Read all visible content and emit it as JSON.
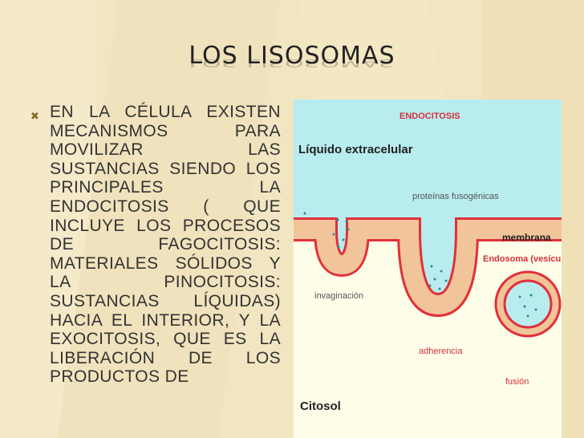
{
  "slide": {
    "title": "LOS LISOSOMAS",
    "bullet_icon": "x-bullet-icon",
    "paragraph": "EN LA CÉLULA EXISTEN MECANISMOS PARA MOVILIZAR LAS SUSTANCIAS SIENDO LOS PRINCIPALES LA ENDOCITOSIS ( QUE INCLUYE LOS PROCESOS DE FAGOCITOSIS: MATERIALES SÓLIDOS Y LA PINOCITOSIS: SUSTANCIAS LÍQUIDAS) HACIA EL INTERIOR, Y LA EXOCITOSIS, QUE ES LA LIBERACIÓN DE LOS PRODUCTOS DE"
  },
  "diagram": {
    "heading": "ENDOCITOSIS",
    "liquid_label": "Líquido extracelular",
    "proteins_label": "proteínas fusogénicas",
    "membrane_label": "membrana",
    "endosome_label": "Endosoma (vesícula)",
    "invagination_label": "invaginación",
    "adherence_label": "adherencia",
    "fusion_label": "fusión",
    "cytosol_label": "Citosol",
    "colors": {
      "extracellular": "#b9ecef",
      "cytosol": "#fdfde8",
      "membrane_fill": "#f2c49a",
      "membrane_edge": "#e0303a",
      "dots": "#2a8f8a"
    }
  }
}
